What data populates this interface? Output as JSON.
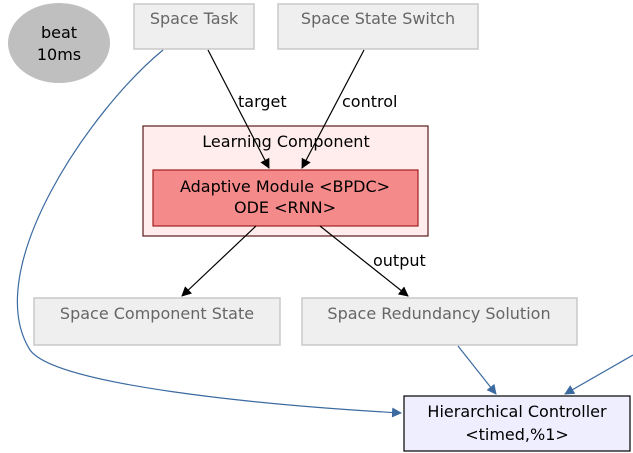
{
  "diagram": {
    "beat": {
      "line1": "beat",
      "line2": "10ms"
    },
    "space_task": "Space Task",
    "space_state_switch": "Space State Switch",
    "cluster_title": "Learning Component",
    "adaptive_module": {
      "line1": "Adaptive Module <BPDC>",
      "line2": "ODE <RNN>"
    },
    "space_component_state": "Space Component State",
    "space_redundancy_solution": "Space Redundancy Solution",
    "hierarchical_controller": {
      "line1": "Hierarchical Controller",
      "line2": "<timed,%1>"
    },
    "edge_labels": {
      "target": "target",
      "control": "control",
      "output": "output"
    }
  },
  "colors": {
    "ghost_fill": "#efefef",
    "ghost_stroke": "#c8c8c8",
    "ghost_text": "#666666",
    "beat_fill": "#bfbfbf",
    "cluster_fill": "#ffeded",
    "cluster_stroke": "#5a1a1a",
    "module_fill": "#f58a8a",
    "module_stroke": "#a02020",
    "controller_fill": "#eeeeff",
    "blue_edge": "#3b6aa0"
  }
}
